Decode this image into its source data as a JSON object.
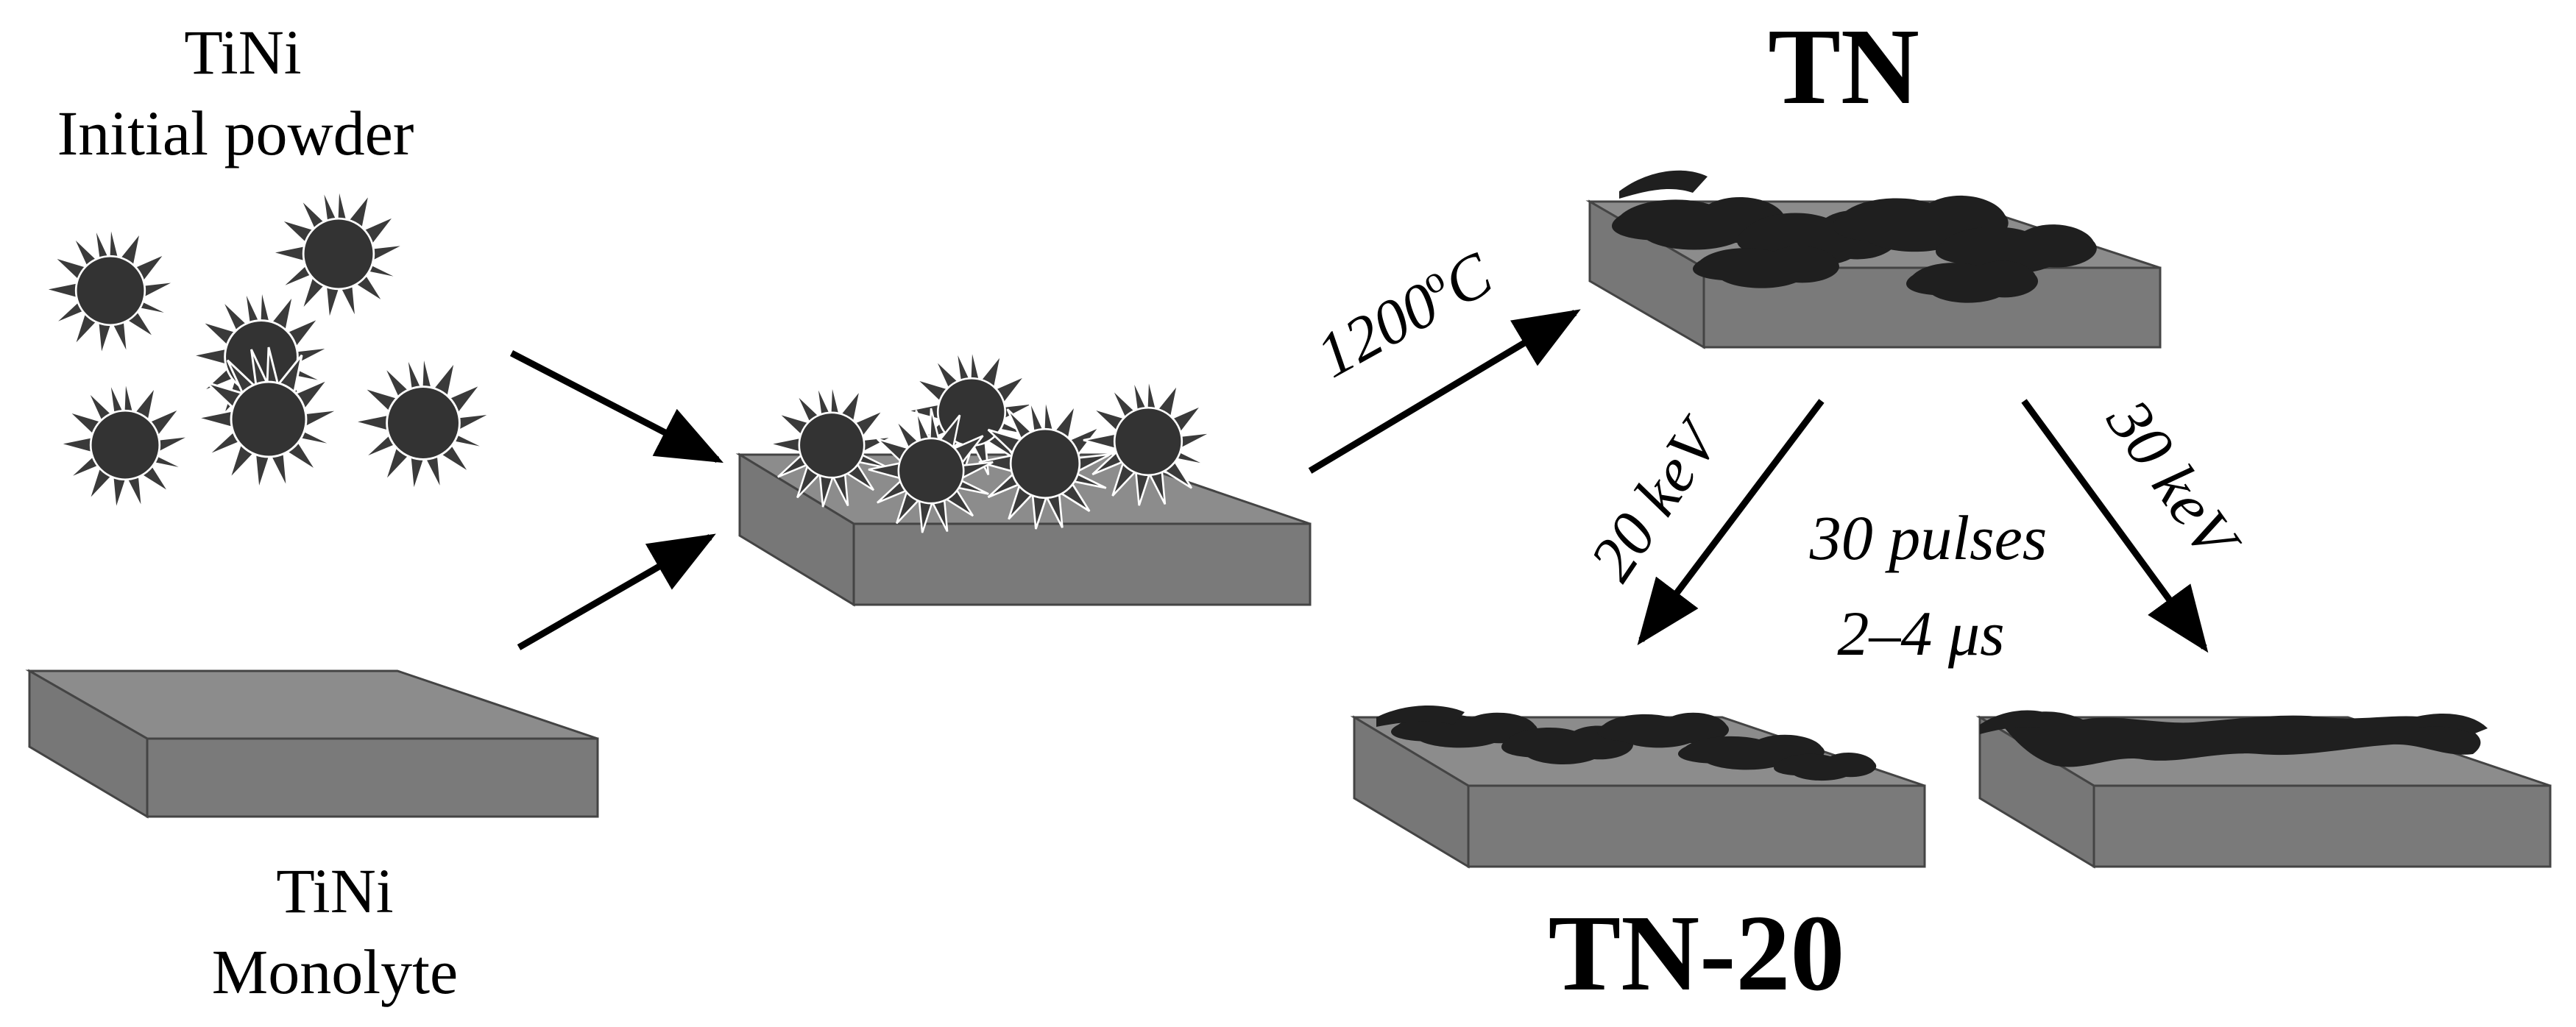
{
  "labels": {
    "powder_title_line1": "TiNi",
    "powder_title_line2": "Initial powder",
    "monolith_title_line1": "TiNi",
    "monolith_title_line2": "Monolyte",
    "temperature": "1200",
    "temperature_degree": "o",
    "temperature_unit": "C",
    "sample_tn": "TN",
    "sample_tn20": "TN-20",
    "energy_20": "20 keV",
    "energy_30": "30 keV",
    "pulses": "30 pulses",
    "duration": "2–4 μs"
  },
  "colors": {
    "particle": "#333333",
    "slab_top": "#8c8c8c",
    "slab_side": "#7a7a7a",
    "coating": "#1f1f1f",
    "arrow": "#000000"
  }
}
